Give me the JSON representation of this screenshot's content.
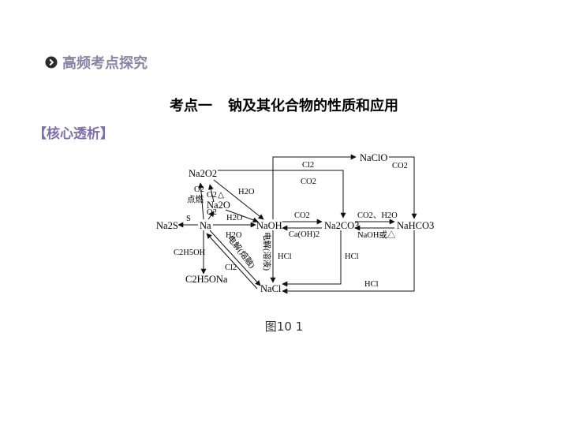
{
  "section": {
    "title": "高频考点探究",
    "icon": "chevron-circle-icon"
  },
  "topic": {
    "number": "考点一",
    "title": "钠及其化合物的性质和应用"
  },
  "core_label": "【核心透析】",
  "diagram": {
    "nodes": {
      "na2o2": "Na2O2",
      "na2o": "Na2O",
      "na": "Na",
      "na2s": "Na2S",
      "c2h5ona": "C2H5ONa",
      "naoh": "NaOH",
      "nacl": "NaCl",
      "naclo": "NaClO",
      "na2co3": "Na2CO3",
      "nahco3": "NaHCO3"
    },
    "labels": {
      "o2_a": "O2",
      "dianran": "点燃",
      "o2_b": "O2",
      "delta": "△",
      "o2_c": "O2",
      "h2o_a": "H2O",
      "h2o_b": "H2O",
      "h2o_c": "H2O",
      "s": "S",
      "c2h5oh": "C2H5OH",
      "cl2_na": "Cl2",
      "electrolysis_melt": "电解(熔融)",
      "electrolysis_soln": "电解(溶液)",
      "hcl_naoh": "HCl",
      "cl2_top": "Cl2",
      "co2_top": "CO2",
      "co2_naclo": "CO2",
      "co2_mid": "CO2",
      "caoh2": "Ca(OH)2",
      "co2_h2o": "CO2、H2O",
      "naoh_or_heat": "NaOH或△",
      "hcl_na2co3": "HCl",
      "hcl_nahco3": "HCl"
    }
  },
  "caption": "图10 1"
}
